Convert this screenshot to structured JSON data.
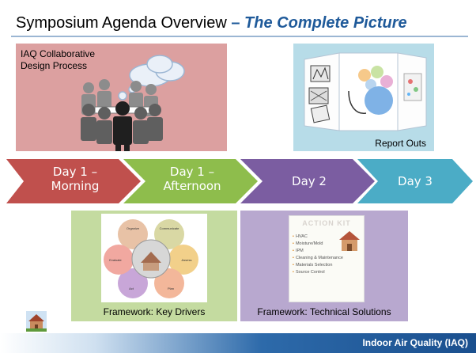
{
  "slide": {
    "title": "Symposium Agenda Overview",
    "title_dash": "–",
    "title_sub": "The Complete Picture"
  },
  "panels": {
    "collab": {
      "label": "IAQ Collaborative Design Process"
    },
    "report": {
      "label": "Report Outs"
    },
    "key_drivers": {
      "label": "Framework: Key Drivers",
      "petals": [
        "Organize",
        "Communicate",
        "Assess",
        "Plan",
        "Act",
        "Evaluate"
      ]
    },
    "tech": {
      "label": "Framework: Technical Solutions",
      "kit_title": "ACTION KIT",
      "kit_items": [
        "HVAC",
        "Moisture/Mold",
        "IPM",
        "Cleaning & Maintenance",
        "Materials Selection",
        "Source Control"
      ]
    }
  },
  "agenda": [
    {
      "line1": "Day 1 –",
      "line2": "Morning"
    },
    {
      "line1": "Day 1 –",
      "line2": "Afternoon"
    },
    {
      "line1": "Day 2",
      "line2": ""
    },
    {
      "line1": "Day 3",
      "line2": ""
    }
  ],
  "footer": {
    "text": "Indoor Air Quality (IAQ)"
  },
  "colors": {
    "title_accent": "#1f5a9a",
    "day1_morning": "#c0504d",
    "day1_afternoon": "#8ebd4c",
    "day2": "#7b5da1",
    "day3": "#4bacc6",
    "footer": "#1f5596"
  }
}
